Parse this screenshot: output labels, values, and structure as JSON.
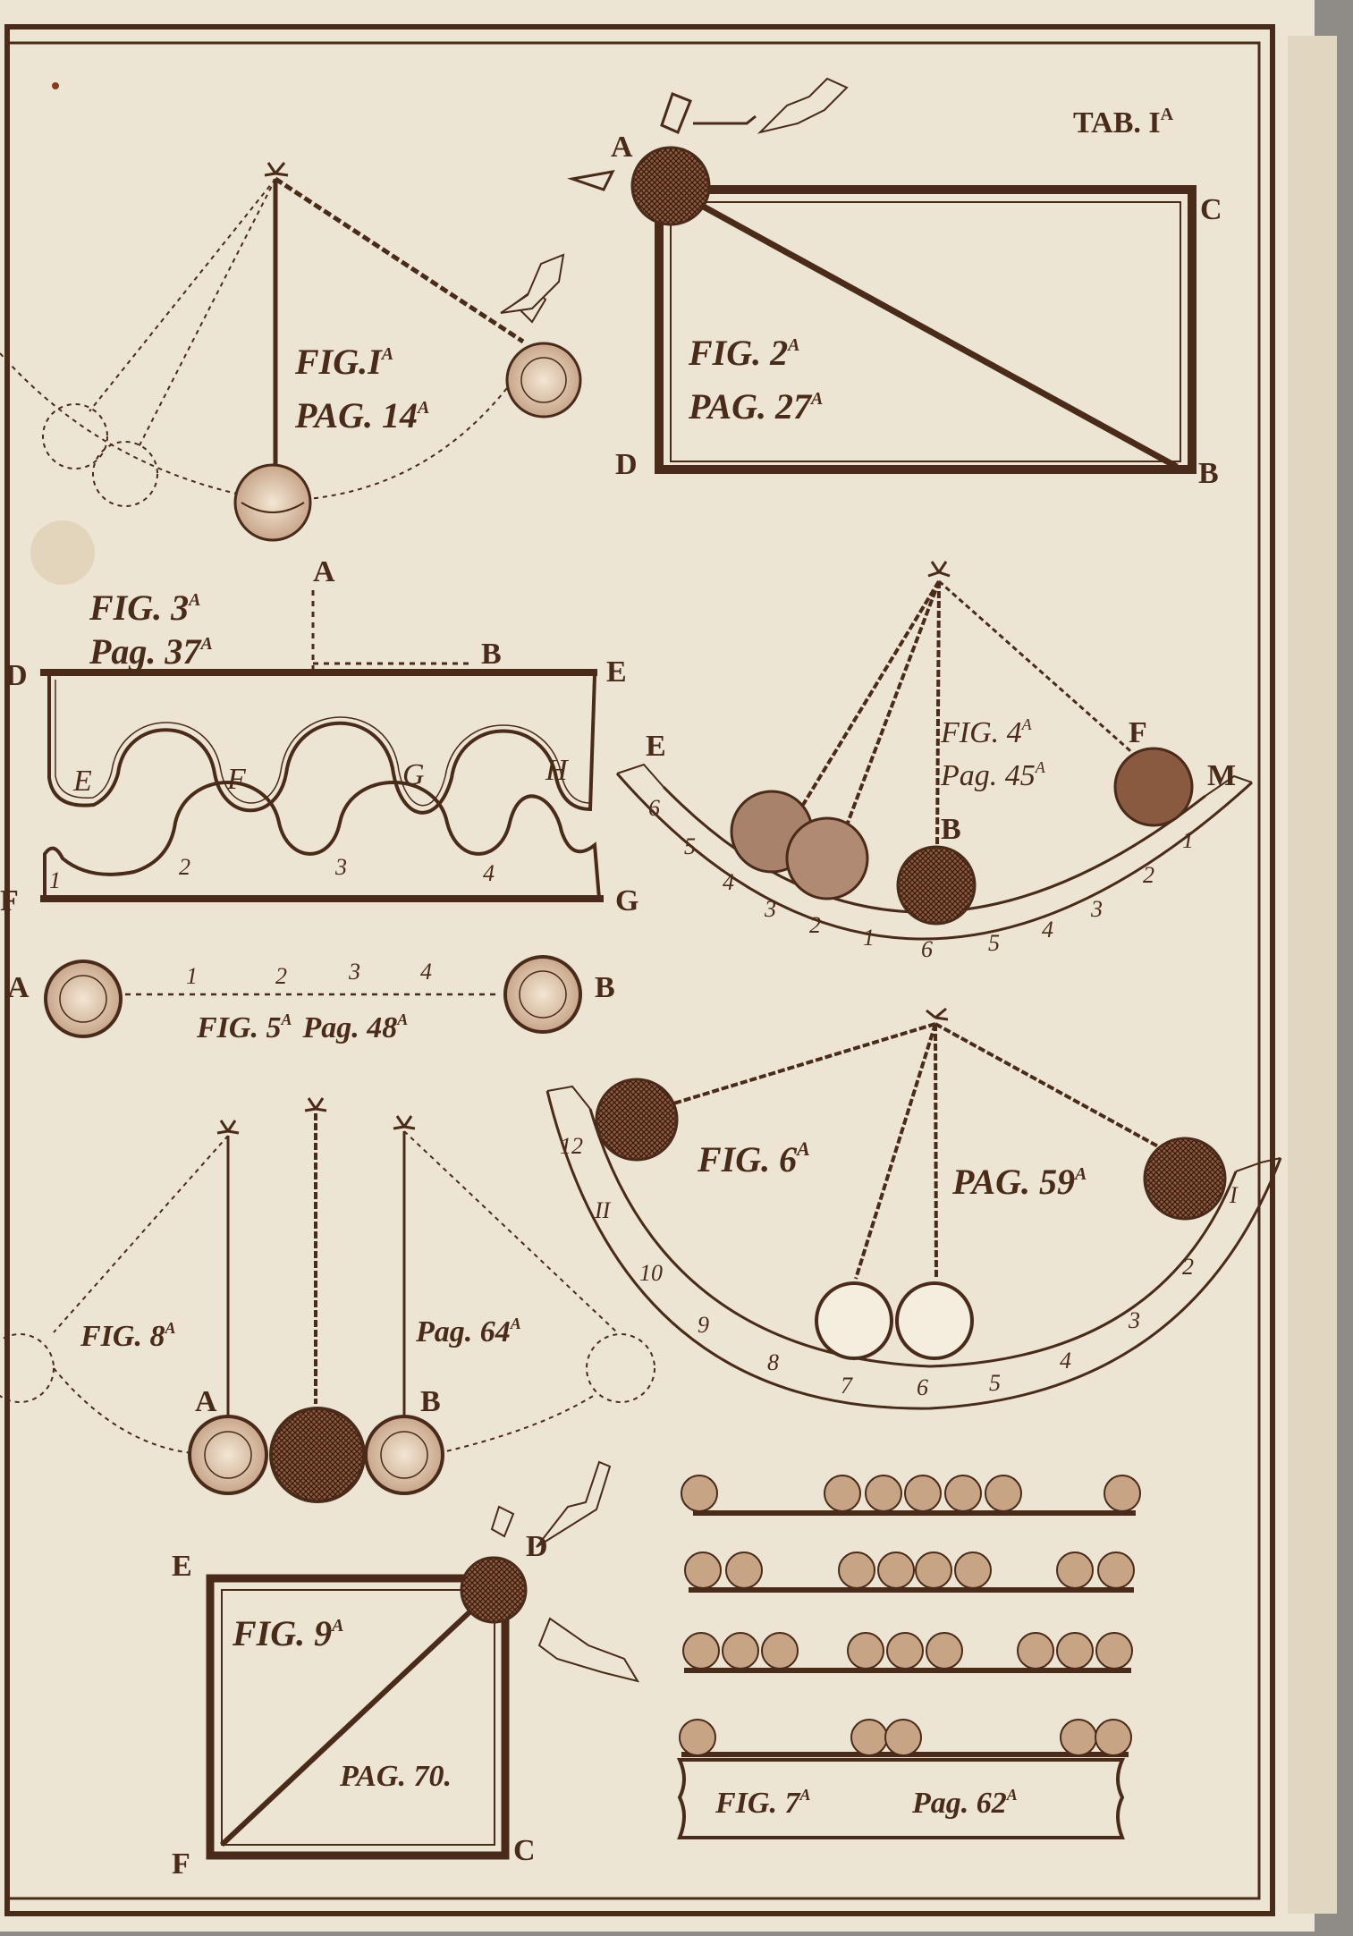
{
  "plate": {
    "title": "TAB. I",
    "title_sup": "A"
  },
  "fig1": {
    "caption": "FIG.I",
    "caption_sup": "A",
    "page": "PAG. 14",
    "page_sup": "A"
  },
  "fig2": {
    "caption": "FIG. 2",
    "caption_sup": "A",
    "page": "PAG. 27",
    "page_sup": "A",
    "points": {
      "a": "A",
      "b": "B",
      "c": "C",
      "d": "D"
    }
  },
  "fig3": {
    "caption": "FIG. 3",
    "caption_sup": "A",
    "page": "Pag. 37",
    "page_sup": "A",
    "points": {
      "a": "A",
      "b": "B",
      "d": "D",
      "e": "E",
      "e2": "E",
      "f": "F",
      "g": "G",
      "h": "H",
      "f2": "F",
      "g2": "G"
    },
    "numbers": [
      "1",
      "2",
      "3",
      "4"
    ]
  },
  "fig4": {
    "caption": "FIG. 4",
    "caption_sup": "A",
    "page": "Pag. 45",
    "page_sup": "A",
    "points": {
      "e": "E",
      "f": "F",
      "m": "M",
      "b": "B"
    },
    "scale_left": [
      "6",
      "5",
      "4",
      "3",
      "2",
      "1"
    ],
    "scale_right": [
      "6",
      "5",
      "4",
      "3",
      "2",
      "1"
    ]
  },
  "fig5": {
    "caption": "FIG. 5",
    "caption_sup": "A",
    "page": "Pag. 48",
    "page_sup": "A",
    "points": {
      "a": "A",
      "b": "B"
    },
    "numbers": [
      "1",
      "2",
      "3",
      "4"
    ]
  },
  "fig6": {
    "caption": "FIG. 6",
    "caption_sup": "A",
    "page": "PAG. 59",
    "page_sup": "A",
    "scale": [
      "12",
      "II",
      "10",
      "9",
      "8",
      "7",
      "6",
      "5",
      "4",
      "3",
      "2",
      "I"
    ]
  },
  "fig7": {
    "caption": "FIG. 7",
    "caption_sup": "A",
    "page": "Pag. 62",
    "page_sup": "A"
  },
  "fig8": {
    "caption": "FIG. 8",
    "caption_sup": "A",
    "page": "Pag. 64",
    "page_sup": "A",
    "points": {
      "a": "A",
      "b": "B"
    }
  },
  "fig9": {
    "caption": "FIG. 9",
    "caption_sup": "A",
    "page": "PAG. 70.",
    "points": {
      "c": "C",
      "d": "D",
      "e": "E",
      "f": "F"
    }
  },
  "colors": {
    "paper": "#ece5d3",
    "ink": "#4a2a18",
    "ball_dark": "#7a4a33"
  }
}
